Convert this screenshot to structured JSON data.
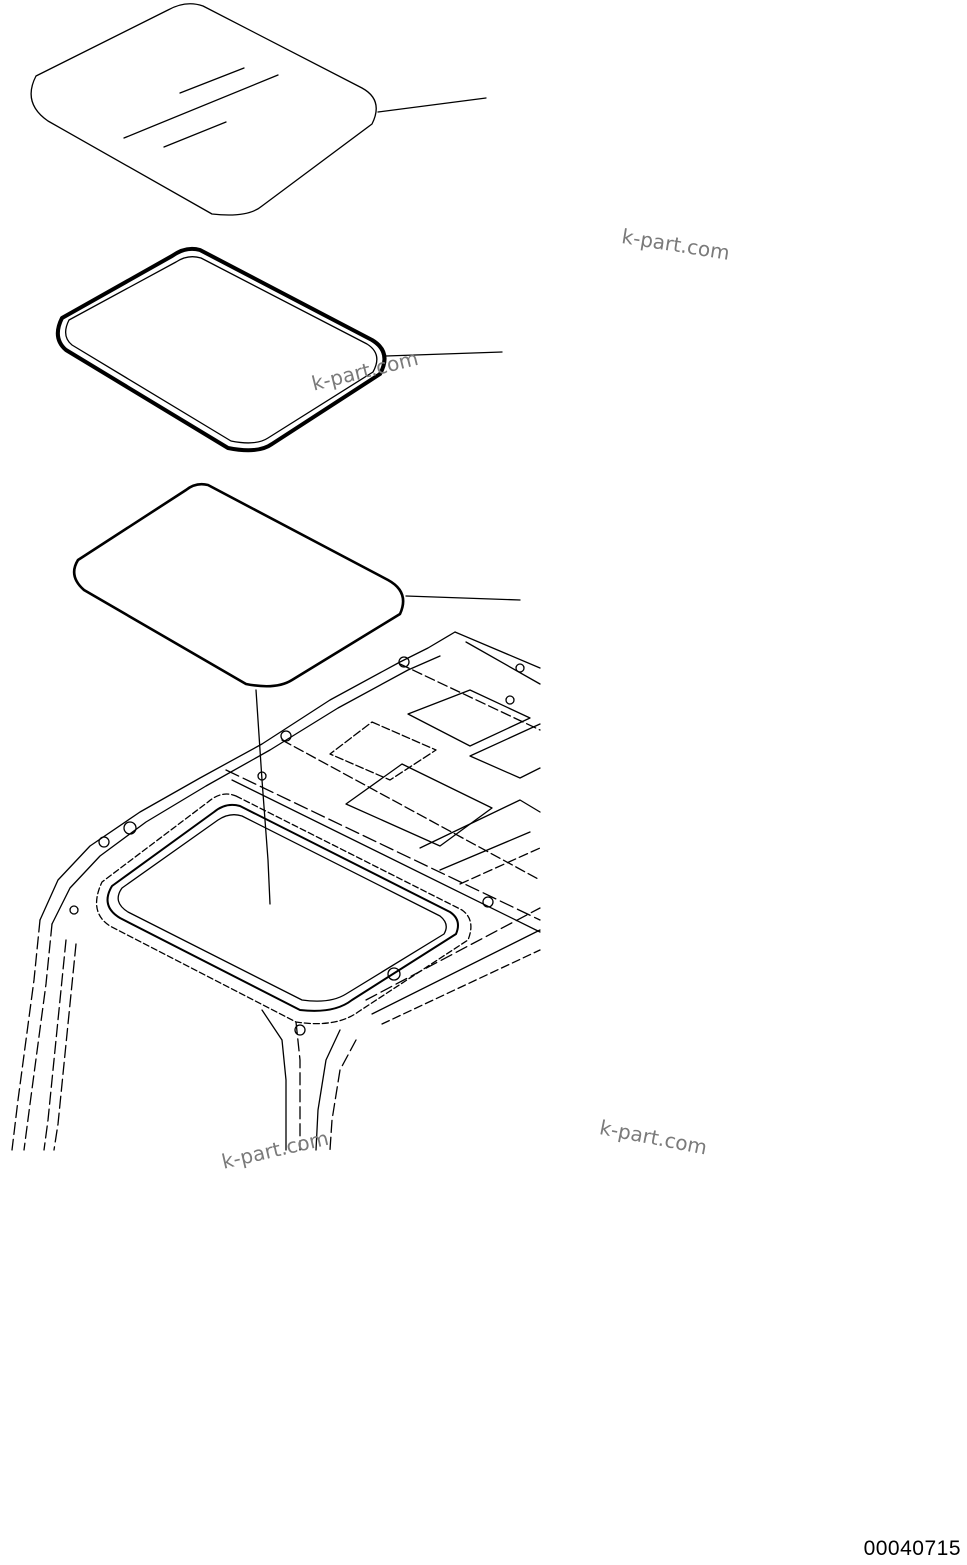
{
  "watermarks": {
    "w1": "k-part.com",
    "w2": "k-part.com",
    "w3": "k-part.com",
    "w4": "k-part.com"
  },
  "drawing_number": "00040715",
  "parts": [
    "roof-glass",
    "glass-seal",
    "adhesive-frame",
    "cab-roof-structure"
  ],
  "colors": {
    "line": "#000000",
    "watermark": "#7a7a7a",
    "background": "#ffffff"
  }
}
